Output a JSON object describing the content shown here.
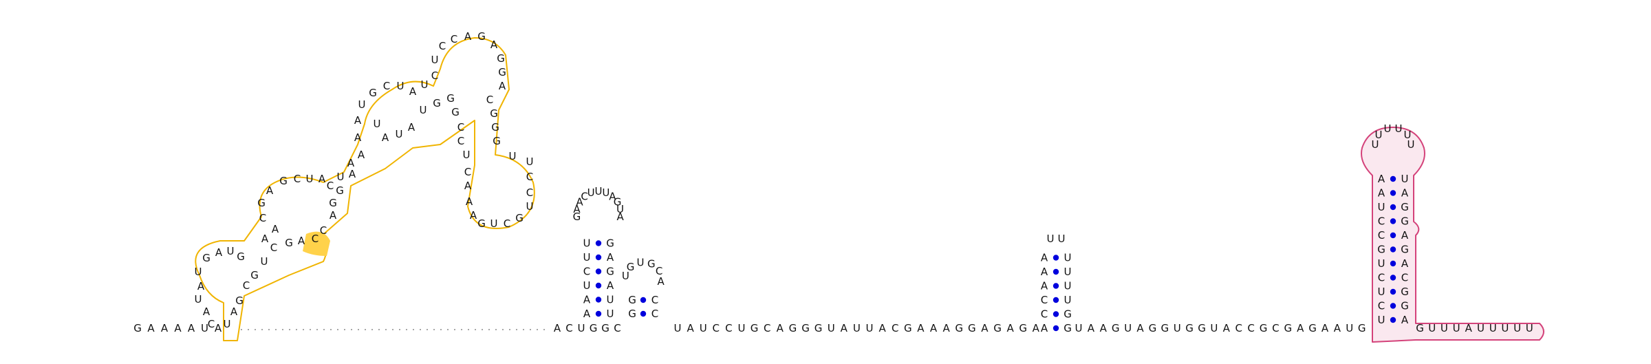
{
  "diagram": {
    "colors": {
      "nucleotide": "#111111",
      "pair_dot": "#0000dd",
      "backbone": "#333333",
      "dotted_link": "#888888",
      "region_yellow_stroke": "#f0b400",
      "region_yellow_fill": "#ffd24a",
      "region_pink_stroke": "#d4427a",
      "region_pink_fill": "#f6d5e1"
    },
    "strand_left": [
      "G",
      "A",
      "A",
      "A",
      "A",
      "U",
      "A"
    ],
    "hairpin_loop": [
      "A",
      "U",
      "G",
      "C",
      "U",
      "U",
      "G",
      "U",
      "U",
      "A",
      "U",
      "A",
      "C",
      "G",
      "A",
      "G",
      "U"
    ],
    "mid_chain": [
      "U",
      "A",
      "U",
      "C",
      "C",
      "U",
      "G",
      "C",
      "A",
      "G",
      "G",
      "G",
      "U",
      "A",
      "U",
      "U",
      "A",
      "C",
      "G",
      "A",
      "A",
      "A",
      "G",
      "G",
      "A",
      "G",
      "A",
      "G",
      "A"
    ],
    "chain2": [
      "U",
      "A",
      "A",
      "G",
      "U",
      "A",
      "G",
      "G",
      "U",
      "G",
      "G",
      "U",
      "A",
      "C",
      "C",
      "G",
      "C",
      "G",
      "A",
      "G",
      "A",
      "A",
      "U",
      "G"
    ],
    "tail": [
      "G",
      "U",
      "U",
      "U",
      "A",
      "U",
      "U",
      "U",
      "U",
      "U"
    ]
  }
}
